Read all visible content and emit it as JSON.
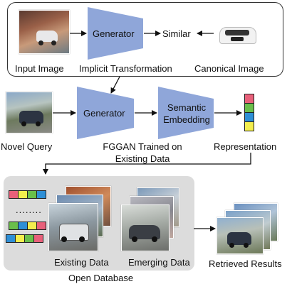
{
  "top_section": {
    "input_label": "Input Image",
    "generator_label": "Generator",
    "transform_label": "Implicit Transformation",
    "similar_label": "Similar",
    "canonical_label": "Canonical Image"
  },
  "middle_section": {
    "novel_query_label": "Novel Query",
    "generator_label": "Generator",
    "semantic_label_line1": "Semantic",
    "semantic_label_line2": "Embedding",
    "fggan_line1": "FGGAN Trained on",
    "fggan_line2": "Existing Data",
    "representation_label": "Representation"
  },
  "database": {
    "dots": "........",
    "existing_label": "Existing Data",
    "emerging_label": "Emerging Data",
    "title": "Open Database"
  },
  "results": {
    "label": "Retrieved Results"
  },
  "colors": {
    "generator_fill": "#8fa6d9",
    "cell_red": "#e8607a",
    "cell_green": "#6abf4b",
    "cell_blue": "#2e8fd6",
    "cell_yellow": "#f3ee4e",
    "database_bg": "#dcdcdc"
  }
}
